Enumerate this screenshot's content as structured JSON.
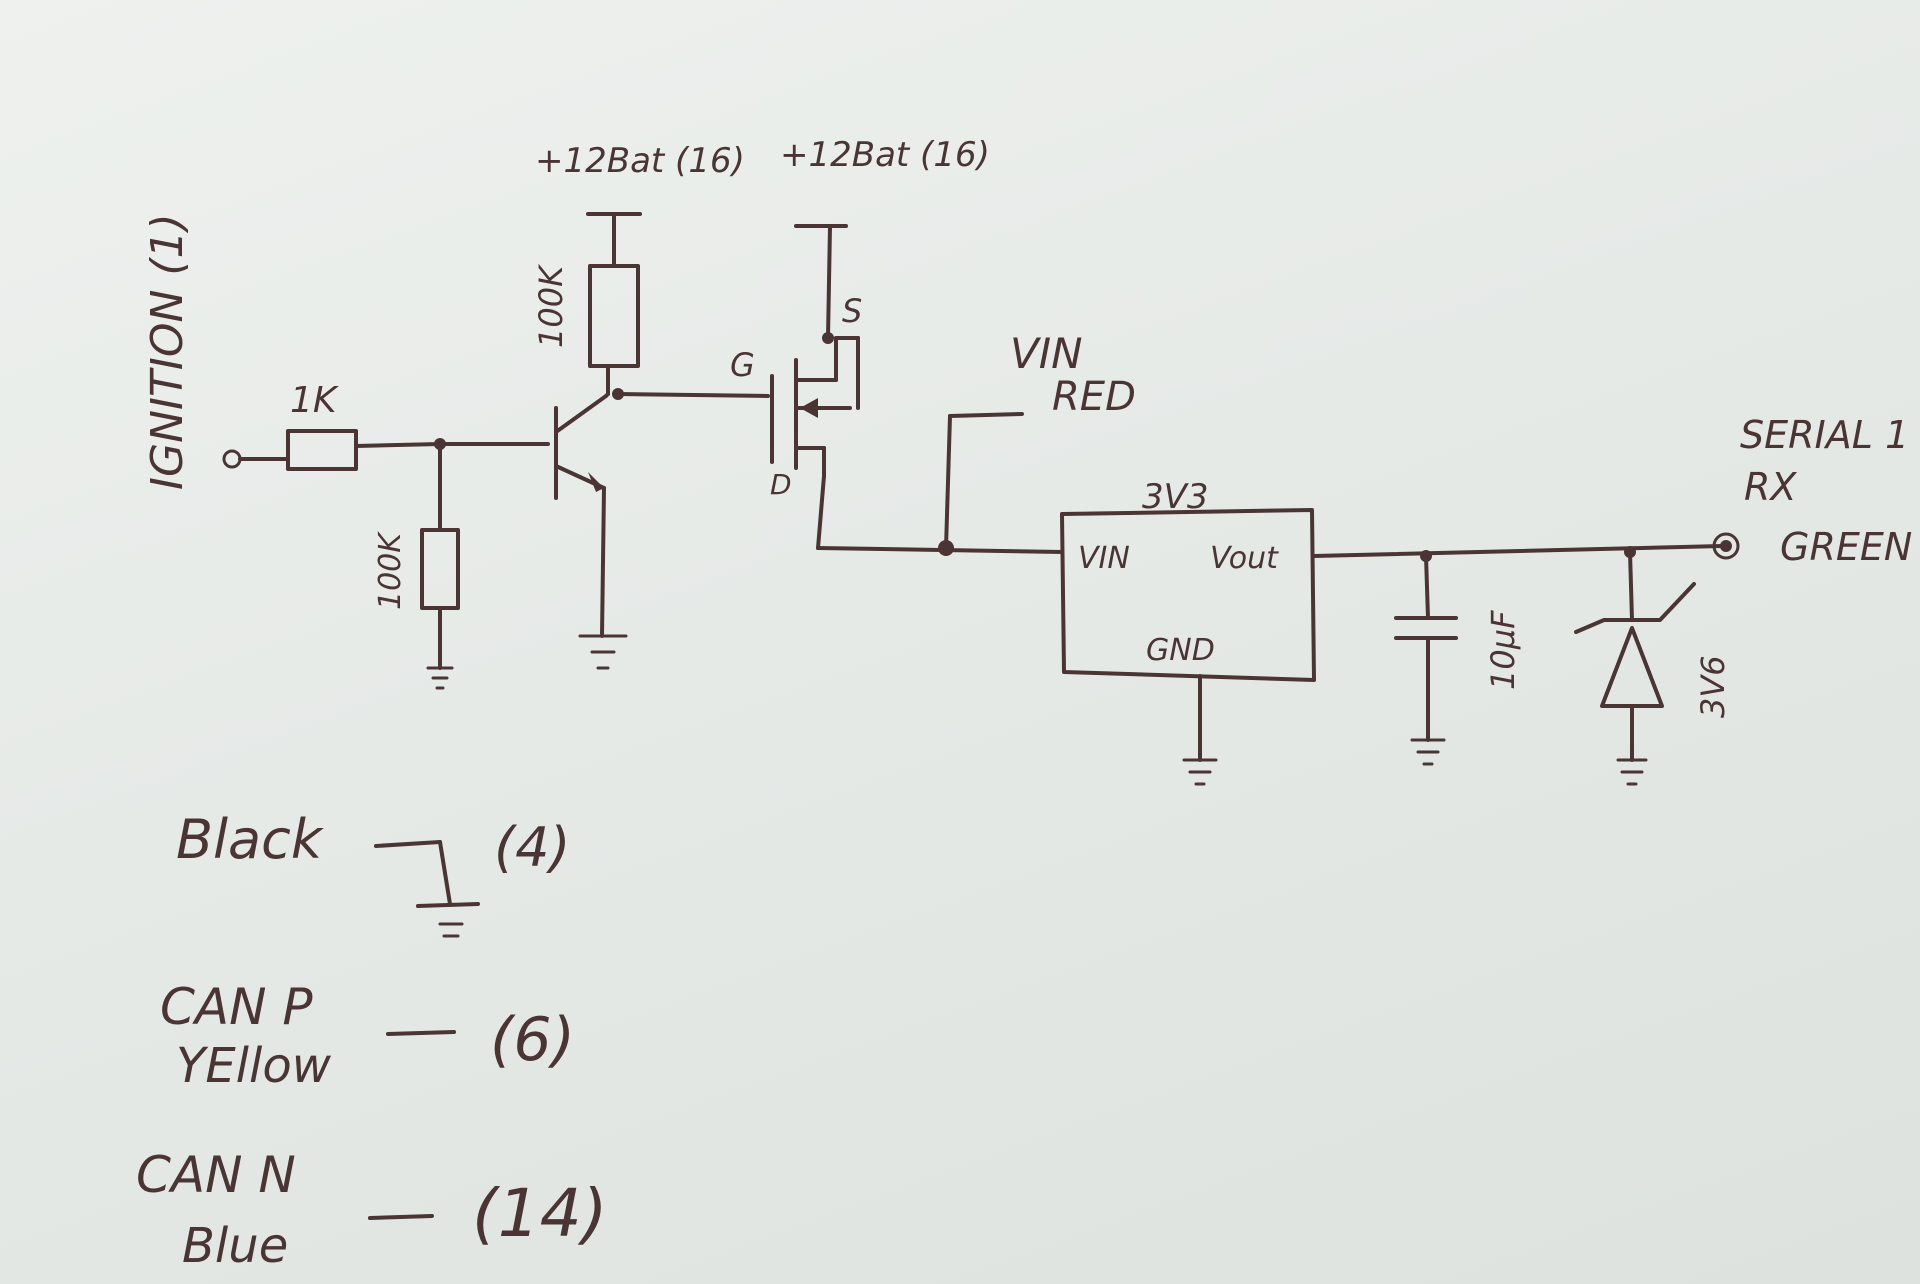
{
  "labels": {
    "ignition": "IGNITION (1)",
    "r1": "1K",
    "r2": "100K",
    "r3": "100K",
    "bat1": "+12Bat (16)",
    "bat2": "+12Bat (16)",
    "gate": "G",
    "source": "S",
    "drain": "D",
    "vin_red_1": "VIN",
    "vin_red_2": "RED",
    "reg_title": "3V3",
    "reg_vin": "VIN",
    "reg_vout": "Vout",
    "reg_gnd": "GND",
    "cap": "10µF",
    "zener": "3V6",
    "serial_1": "SERIAL 1",
    "serial_2": "RX",
    "serial_3": "GREEN"
  },
  "wires_legend": [
    {
      "name": "Black",
      "pin": "(4)"
    },
    {
      "name_1": "CAN P",
      "name_2": "YEllow",
      "pin": "(6)"
    },
    {
      "name_1": "CAN N",
      "name_2": "Blue",
      "pin": "(14)"
    }
  ],
  "colors": {
    "ink": "#4a3534",
    "paper": "#e8ebe8"
  }
}
